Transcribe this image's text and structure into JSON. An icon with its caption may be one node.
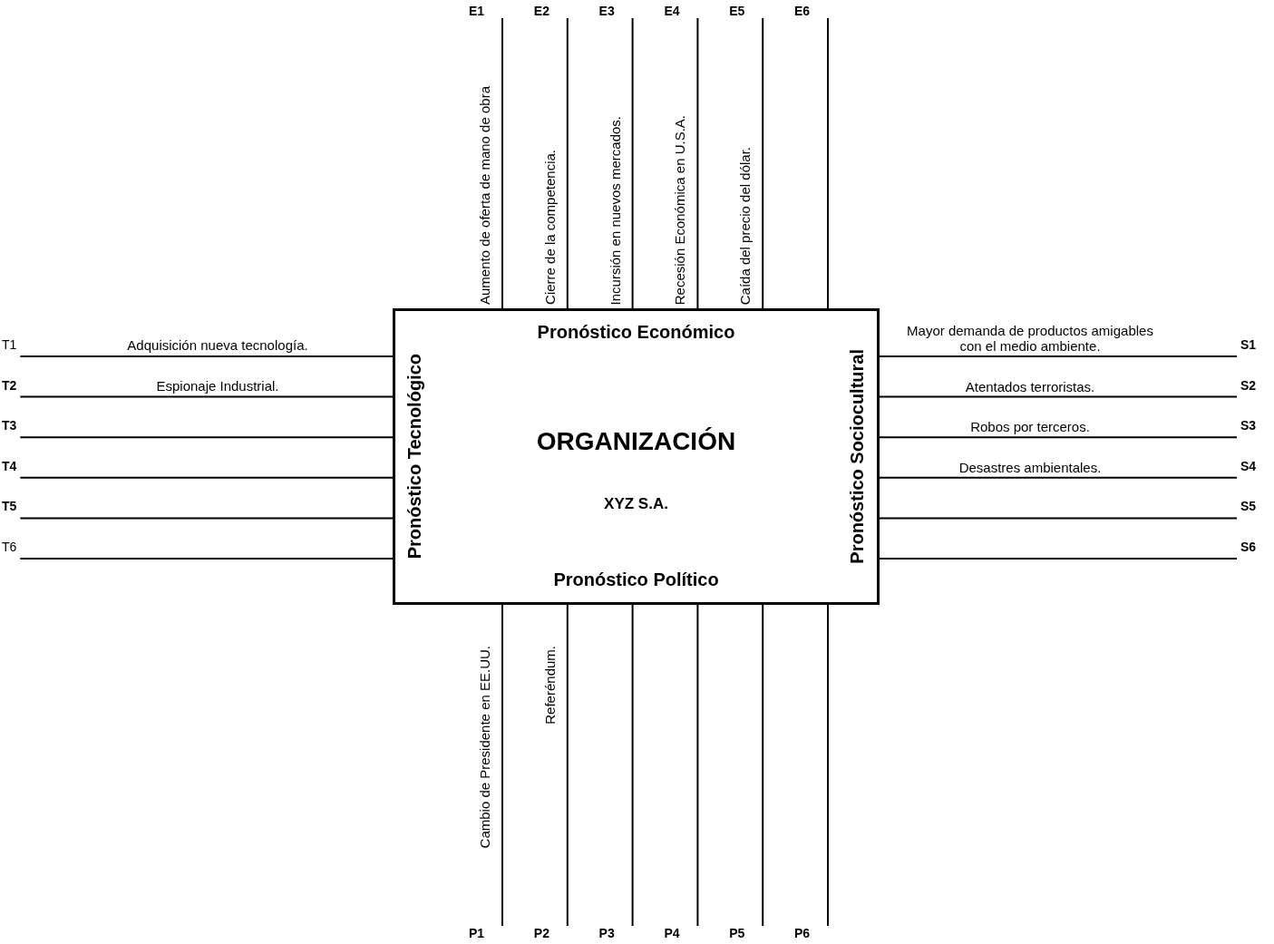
{
  "diagram": {
    "nodes": [
      {
        "text": [
          "Pronóstico Económico",
          "Pronóstico Tecnológico",
          "ORGANIZACIÓN",
          "XYZ S.A.",
          "Pronóstico Sociocultural",
          "Pronóstico Político"
        ]
      },
      {
        "text": [
          "E1"
        ]
      },
      {
        "text": [
          "E2"
        ]
      },
      {
        "text": [
          "E3"
        ]
      },
      {
        "text": [
          "E4"
        ]
      },
      {
        "text": [
          "E5"
        ]
      },
      {
        "text": [
          "E6"
        ]
      },
      {
        "text": [
          "T1"
        ]
      },
      {
        "text": [
          "T2"
        ]
      },
      {
        "text": [
          "T3"
        ]
      },
      {
        "text": [
          "T4"
        ]
      },
      {
        "text": [
          "T5"
        ]
      },
      {
        "text": [
          "T6"
        ]
      },
      {
        "text": [
          "S1"
        ]
      },
      {
        "text": [
          "S2"
        ]
      },
      {
        "text": [
          "S3"
        ]
      },
      {
        "text": [
          "S4"
        ]
      },
      {
        "text": [
          "S5"
        ]
      },
      {
        "text": [
          "S6"
        ]
      },
      {
        "text": [
          "P1"
        ]
      },
      {
        "text": [
          "P2"
        ]
      },
      {
        "text": [
          "P3"
        ]
      },
      {
        "text": [
          "P4"
        ]
      },
      {
        "text": [
          "P5"
        ]
      },
      {
        "text": [
          "P6"
        ]
      }
    ],
    "edges": [
      {
        "from": 1,
        "to": 0,
        "arrow": "none",
        "label": "Aumento de oferta de mano de obra"
      },
      {
        "from": 2,
        "to": 0,
        "arrow": "none",
        "label": "Cierre de la competencia."
      },
      {
        "from": 3,
        "to": 0,
        "arrow": "none",
        "label": "Incursión en nuevos mercados."
      },
      {
        "from": 4,
        "to": 0,
        "arrow": "none",
        "label": "Recesión Económica en U.S.A."
      },
      {
        "from": 5,
        "to": 0,
        "arrow": "none",
        "label": "Caída del precio del dólar."
      },
      {
        "from": 6,
        "to": 0,
        "arrow": "none"
      },
      {
        "from": 7,
        "to": 0,
        "arrow": "none",
        "label": "Adquisición nueva tecnología."
      },
      {
        "from": 8,
        "to": 0,
        "arrow": "none",
        "label": "Espionaje Industrial."
      },
      {
        "from": 9,
        "to": 0,
        "arrow": "none"
      },
      {
        "from": 10,
        "to": 0,
        "arrow": "none"
      },
      {
        "from": 11,
        "to": 0,
        "arrow": "none"
      },
      {
        "from": 12,
        "to": 0,
        "arrow": "none"
      },
      {
        "from": 13,
        "to": 0,
        "arrow": "none",
        "label": "Mayor demanda de productos amigables con el medio ambiente."
      },
      {
        "from": 14,
        "to": 0,
        "arrow": "none",
        "label": "Atentados terroristas."
      },
      {
        "from": 15,
        "to": 0,
        "arrow": "none",
        "label": "Robos por terceros."
      },
      {
        "from": 16,
        "to": 0,
        "arrow": "none",
        "label": "Desastres ambientales."
      },
      {
        "from": 17,
        "to": 0,
        "arrow": "none"
      },
      {
        "from": 18,
        "to": 0,
        "arrow": "none"
      },
      {
        "from": 19,
        "to": 0,
        "arrow": "none",
        "label": "Cambio de Presidente en EE.UU."
      },
      {
        "from": 20,
        "to": 0,
        "arrow": "none",
        "label": "Referéndum."
      },
      {
        "from": 21,
        "to": 0,
        "arrow": "none"
      },
      {
        "from": 22,
        "to": 0,
        "arrow": "none"
      },
      {
        "from": 23,
        "to": 0,
        "arrow": "none"
      },
      {
        "from": 24,
        "to": 0,
        "arrow": "none"
      }
    ]
  }
}
